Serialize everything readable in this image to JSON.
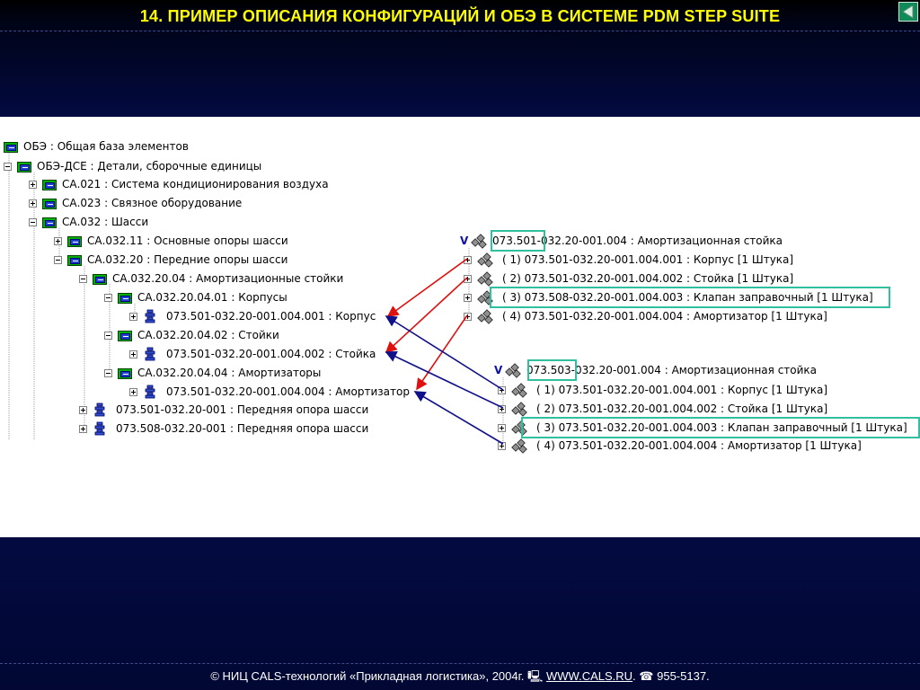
{
  "header": {
    "title": "14. ПРИМЕР ОПИСАНИЯ КОНФИГУРАЦИЙ И ОБЭ В СИСТЕМЕ PDM STEP SUITE"
  },
  "tree": [
    {
      "label": "ОБЭ : Общая база элементов",
      "icon": "folder-icon"
    },
    {
      "label": "ОБЭ-ДСЕ : Детали, сборочные единицы",
      "icon": "folder-icon"
    },
    {
      "label": "СА.021 : Система кондиционирования воздуха",
      "icon": "folder-icon"
    },
    {
      "label": "СА.023 : Связное оборудование",
      "icon": "folder-icon"
    },
    {
      "label": "СА.032 : Шасси",
      "icon": "folder-icon"
    },
    {
      "label": "СА.032.11 : Основные опоры шасси",
      "icon": "folder-icon"
    },
    {
      "label": "СА.032.20 : Передние опоры шасси",
      "icon": "folder-icon"
    },
    {
      "label": "СА.032.20.04 : Амортизационные стойки",
      "icon": "folder-icon"
    },
    {
      "label": "СА.032.20.04.01 : Корпусы",
      "icon": "folder-icon"
    },
    {
      "label": "073.501-032.20-001.004.001 : Корпус",
      "icon": "part-icon"
    },
    {
      "label": "СА.032.20.04.02 : Стойки",
      "icon": "folder-icon"
    },
    {
      "label": "073.501-032.20-001.004.002 : Стойка",
      "icon": "part-icon"
    },
    {
      "label": "СА.032.20.04.04 : Амортизаторы",
      "icon": "folder-icon"
    },
    {
      "label": "073.501-032.20-001.004.004 : Амортизатор",
      "icon": "part-icon"
    },
    {
      "label": "073.501-032.20-001 : Передняя опора шасси",
      "icon": "part-icon"
    },
    {
      "label": "073.508-032.20-001 : Передняя опора шасси",
      "icon": "part-icon"
    }
  ],
  "config1": {
    "mark": "V",
    "root": "073.501-032.20-001.004 : Амортизационная стойка",
    "items": [
      "( 1) 073.501-032.20-001.004.001 : Корпус [1 Штука]",
      "( 2) 073.501-032.20-001.004.002 : Стойка [1 Штука]",
      "( 3) 073.508-032.20-001.004.003 : Клапан заправочный [1 Штука]",
      "( 4) 073.501-032.20-001.004.004 : Амортизатор [1 Штука]"
    ]
  },
  "config2": {
    "mark": "V",
    "root": "073.503-032.20-001.004 : Амортизационная стойка",
    "items": [
      "( 1) 073.501-032.20-001.004.001 : Корпус [1 Штука]",
      "( 2) 073.501-032.20-001.004.002 : Стойка [1 Штука]",
      "( 3) 073.501-032.20-001.004.003 : Клапан заправочный [1 Штука]",
      "( 4) 073.501-032.20-001.004.004 : Амортизатор [1 Штука]"
    ]
  },
  "colors": {
    "title": "#ffff00",
    "arrow_red": "#e01010",
    "arrow_blue": "#10108a",
    "highlight": "#30c0a0"
  },
  "footer": {
    "copyright_symbol": "©",
    "org_text": "НИЦ CALS-технологий «Прикладная логистика», 2004г.",
    "link_text": "WWW.CALS.RU",
    "phone_text": "955-5137."
  }
}
